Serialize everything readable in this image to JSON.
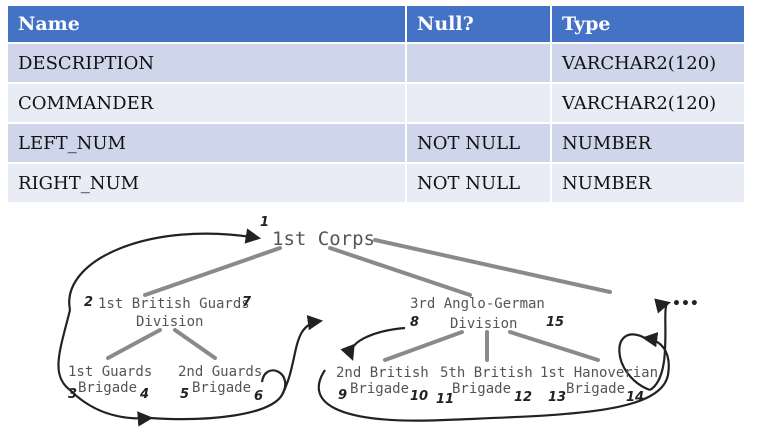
{
  "table": {
    "headers": [
      "Name",
      "Null?",
      "Type"
    ],
    "rows": [
      [
        "DESCRIPTION",
        "",
        "VARCHAR2(120)"
      ],
      [
        "COMMANDER",
        "",
        "VARCHAR2(120)"
      ],
      [
        "LEFT_NUM",
        "NOT NULL",
        "NUMBER"
      ],
      [
        "RIGHT_NUM",
        "NOT NULL",
        "NUMBER"
      ]
    ]
  },
  "diagram": {
    "nodes": {
      "corps": "1st Corps",
      "guards_div_1": "1st British Guards",
      "guards_div_2": "Division",
      "anglo_div_1": "3rd Anglo-German",
      "anglo_div_2": "Division",
      "brig1_1": "1st Guards",
      "brig1_2": "Brigade",
      "brig2_1": "2nd Guards",
      "brig2_2": "Brigade",
      "brig3_1": "2nd British",
      "brig3_2": "Brigade",
      "brig4_1": "5th British",
      "brig4_2": "Brigade",
      "brig5_1": "1st Hanoverian",
      "brig5_2": "Brigade"
    },
    "numbers": {
      "n1": "1",
      "n2": "2",
      "n3": "3",
      "n4": "4",
      "n5": "5",
      "n6": "6",
      "n7": "7",
      "n8": "8",
      "n9": "9",
      "n10": "10",
      "n11": "11",
      "n12": "12",
      "n13": "13",
      "n14": "14",
      "n15": "15"
    },
    "continuation": "•••"
  }
}
